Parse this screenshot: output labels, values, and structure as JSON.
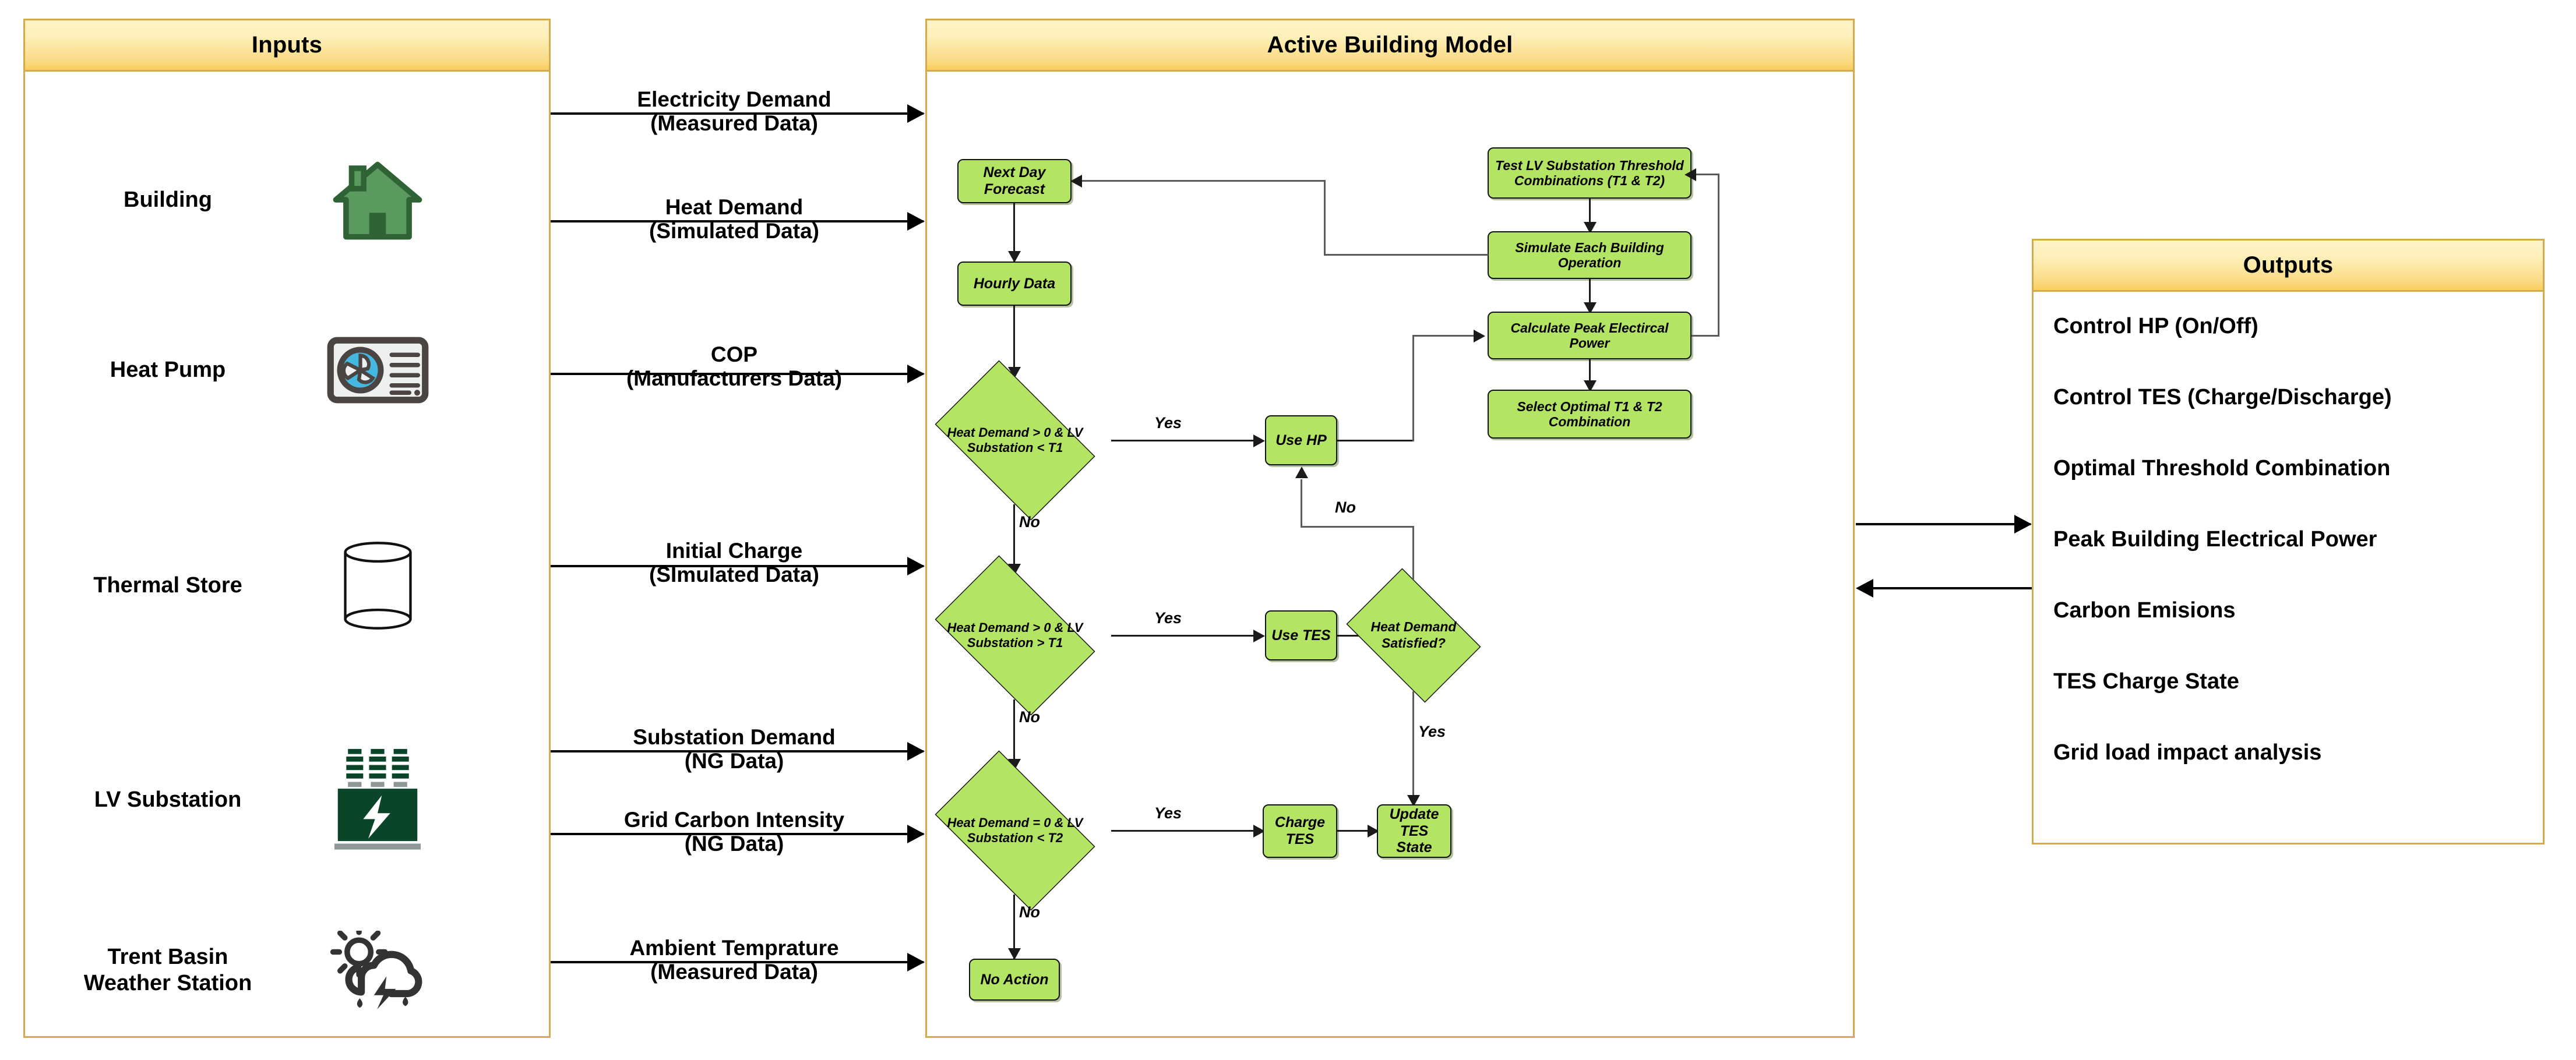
{
  "inputs_panel": {
    "title": "Inputs",
    "items": [
      {
        "label": "Building",
        "icon": "house-icon"
      },
      {
        "label": "Heat Pump",
        "icon": "heat-pump-icon"
      },
      {
        "label": "Thermal Store",
        "icon": "thermal-store-icon"
      },
      {
        "label": "LV Substation",
        "icon": "lv-substation-icon"
      },
      {
        "label": "Trent Basin\nWeather Station",
        "icon": "weather-station-icon"
      }
    ]
  },
  "input_flows": [
    {
      "line1": "Electricity Demand",
      "line2": "(Measured Data)"
    },
    {
      "line1": "Heat Demand",
      "line2": "(Simulated Data)"
    },
    {
      "line1": "COP",
      "line2": "(Manufacturers Data)"
    },
    {
      "line1": "Initial Charge",
      "line2": "(SImulated Data)"
    },
    {
      "line1": "Substation Demand",
      "line2": "(NG Data)"
    },
    {
      "line1": "Grid Carbon Intensity",
      "line2": "(NG Data)"
    },
    {
      "line1": "Ambient Temprature",
      "line2": "(Measured Data)"
    }
  ],
  "model_panel": {
    "title": "Active Building Model",
    "nodes": {
      "next_day_forecast": "Next Day Forecast",
      "hourly_data": "Hourly Data",
      "decision_1_line1": "Heat Demand > 0 & LV",
      "decision_1_line2": "Substation < T1",
      "decision_2_line1": "Heat Demand > 0 & LV",
      "decision_2_line2": "Substation > T1",
      "decision_3_line1": "Heat Demand = 0 & LV",
      "decision_3_line2": "Substation < T2",
      "use_hp": "Use HP",
      "use_tes": "Use TES",
      "heat_demand_satisfied_line1": "Heat Demand",
      "heat_demand_satisfied_line2": "Satisfied?",
      "charge_tes_line1": "Charge",
      "charge_tes_line2": "TES",
      "update_tes_line1": "Update",
      "update_tes_line2": "TES State",
      "no_action": "No Action",
      "test_thresholds_line1": "Test LV Substation Threshold",
      "test_thresholds_line2": "Combinations (T1 & T2)",
      "simulate_building": "Simulate Each Building Operation",
      "calculate_peak": "Calculate Peak Electircal Power",
      "select_optimal_line1": "Select Optimal T1 & T2",
      "select_optimal_line2": "Combination"
    },
    "edge_labels": {
      "yes1": "Yes",
      "no1": "No",
      "yes2": "Yes",
      "no2": "No",
      "yes3": "Yes",
      "no3": "No",
      "satisfied_no": "No",
      "satisfied_yes": "Yes"
    }
  },
  "outputs_panel": {
    "title": "Outputs",
    "items": [
      "Control HP (On/Off)",
      "Control TES (Charge/Discharge)",
      "Optimal Threshold Combination",
      "Peak Building Electrical Power",
      "Carbon Emisions",
      "TES Charge State",
      "Grid load impact analysis"
    ]
  },
  "colors": {
    "panel_border": "#d4ab4c",
    "header_gradient_top": "#fdf3c8",
    "header_gradient_bottom": "#f8cf5f",
    "node_fill": "#b4e464",
    "node_border": "#111111",
    "substation_green": "#0a4429",
    "house_green": "#4a8a4f",
    "heat_pump_blue": "#45b8e0"
  }
}
